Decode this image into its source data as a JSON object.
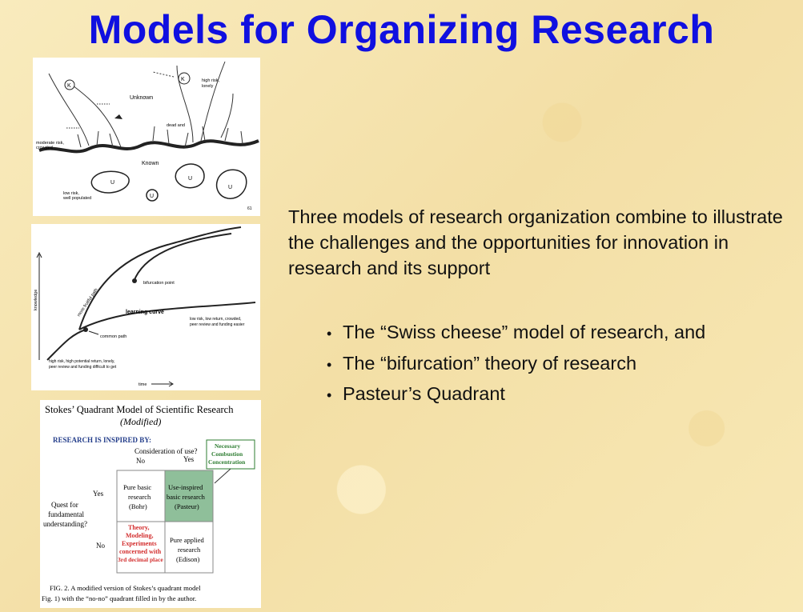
{
  "title": "Models for Organizing Research",
  "intro": "Three models of research organization combine  to illustrate the challenges and  the opportunities for innovation in research  and its support",
  "bullets": [
    "The “Swiss cheese” model of research, and",
    "The “bifurcation” theory of research",
    "Pasteur’s Quadrant"
  ],
  "swiss_cheese": {
    "k_label": "K",
    "u_label": "U",
    "high_risk": [
      "high risk,",
      "lonely"
    ],
    "unknown": "Unknown",
    "dead_end": "dead and",
    "moderate_risk": [
      "moderate risk,",
      "crowded"
    ],
    "known": "Known",
    "low_risk": [
      "low risk,",
      "well populated"
    ],
    "corner": "61"
  },
  "bifurcation": {
    "y_axis": "knowledge",
    "x_axis": "time",
    "more_fruitful": "more fruitful path",
    "bifurcation_point": "bifurcation point",
    "learning_curve": "learning curve",
    "low_risk": [
      "low risk, low return, crowded,",
      "peer review and funding easier"
    ],
    "common_path": "common path",
    "high_risk": [
      "high risk, high potential return, lonely,",
      "peer review and funding difficult to get"
    ]
  },
  "stokes": {
    "title": "Stokes’ Quadrant Model of Scientific Research",
    "subtitle": "(Modified)",
    "inspired_by": "RESEARCH IS INSPIRED BY:",
    "consideration": "Consideration of use?",
    "no": "No",
    "yes": "Yes",
    "callout": [
      "Necessary",
      "Combustion",
      "Concentration"
    ],
    "quest": [
      "Quest for",
      "fundamental",
      "understanding?"
    ],
    "row_yes": "Yes",
    "row_no": "No",
    "bohr": [
      "Pure basic",
      "research",
      "(Bohr)"
    ],
    "pasteur": [
      "Use-inspired",
      "basic research",
      "(Pasteur)"
    ],
    "theory": [
      "Theory,",
      "Modeling,",
      "Experiments",
      "concerned with",
      "3rd decimal place"
    ],
    "edison": [
      "Pure applied",
      "research",
      "(Edison)"
    ],
    "caption": [
      "FIG. 2. A modified version of Stokes’s quadrant model",
      "Fig. 1) with the “no-no” quadrant filled in by the author."
    ]
  }
}
